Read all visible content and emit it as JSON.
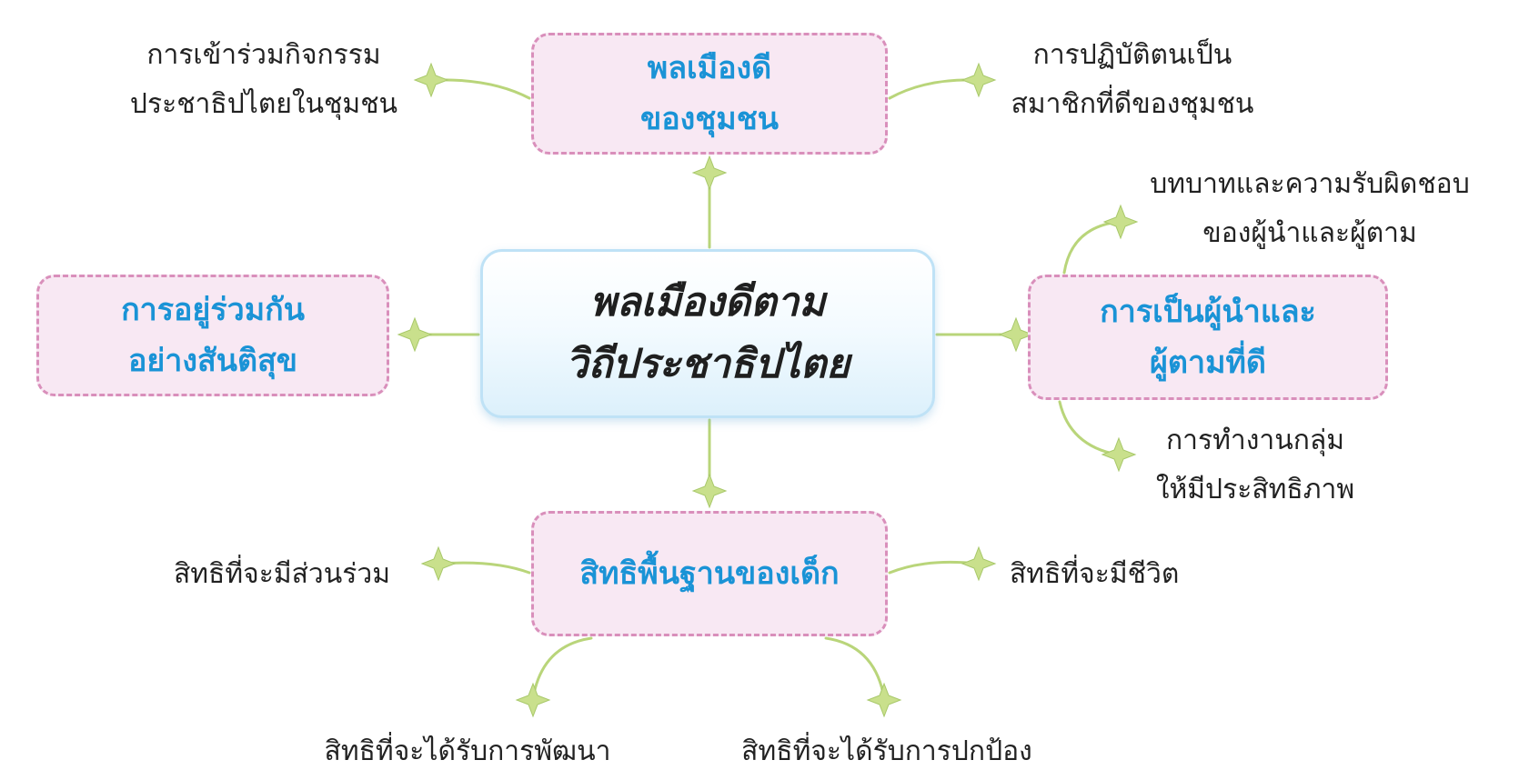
{
  "center": {
    "lines": [
      "พลเมืองดีตาม",
      "วิถีประชาธิปไตย"
    ]
  },
  "topics": {
    "top": {
      "lines": [
        "พลเมืองดี",
        "ของชุมชน"
      ]
    },
    "left": {
      "lines": [
        "การอยู่ร่วมกัน",
        "อย่างสันติสุข"
      ]
    },
    "right": {
      "lines": [
        "การเป็นผู้นำและ",
        "ผู้ตามที่ดี"
      ]
    },
    "bottom": {
      "lines": [
        "สิทธิพื้นฐานของเด็ก"
      ]
    }
  },
  "leaves": {
    "top_left": {
      "lines": [
        "การเข้าร่วมกิจกรรม",
        "ประชาธิปไตยในชุมชน"
      ]
    },
    "top_right": {
      "lines": [
        "การปฏิบัติตนเป็น",
        "สมาชิกที่ดีของชุมชน"
      ]
    },
    "right_top": {
      "lines": [
        "บทบาทและความรับผิดชอบ",
        "ของผู้นำและผู้ตาม"
      ]
    },
    "right_bottom": {
      "lines": [
        "การทำงานกลุ่ม",
        "ให้มีประสิทธิภาพ"
      ]
    },
    "bottom_left": {
      "lines": [
        "สิทธิที่จะมีส่วนร่วม"
      ]
    },
    "bottom_right": {
      "lines": [
        "สิทธิที่จะมีชีวิต"
      ]
    },
    "bottom_left_lower": {
      "lines": [
        "สิทธิที่จะได้รับการพัฒนา"
      ]
    },
    "bottom_right_lower": {
      "lines": [
        "สิทธิที่จะได้รับการปกป้อง"
      ]
    }
  },
  "colors": {
    "topic_text": "#1a93d6",
    "topic_border": "#d98fbb",
    "topic_fill": "#f8e8f3",
    "center_border": "#bfe2f6",
    "connector": "#b9d57a",
    "star": "#c9e08c"
  }
}
